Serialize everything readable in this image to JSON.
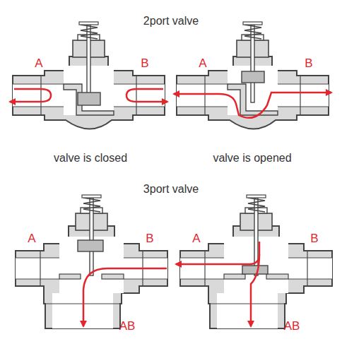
{
  "diagram": {
    "labels": [
      "2port valve",
      "A",
      "B",
      "A",
      "B",
      "valve is closed",
      "valve is opened",
      "3port valve",
      "A",
      "B",
      "AB",
      "A",
      "B",
      "AB"
    ]
  }
}
